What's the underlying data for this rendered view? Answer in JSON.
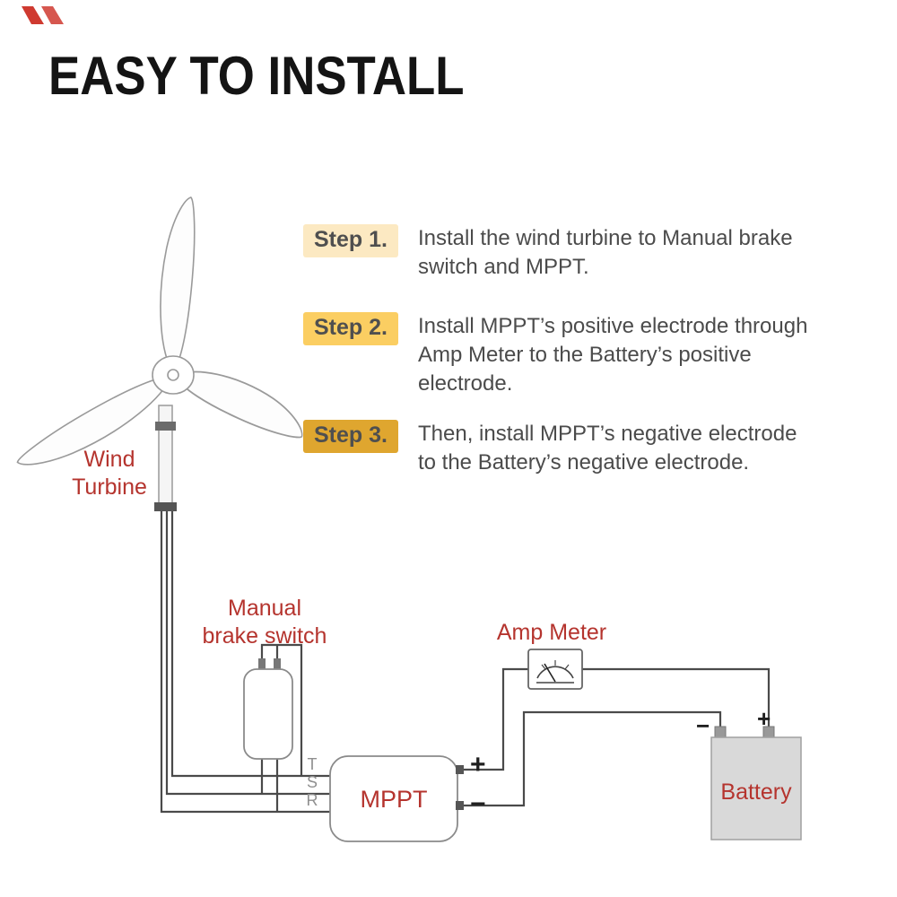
{
  "title": "EASY TO INSTALL",
  "steps": [
    {
      "label": "Step 1.",
      "badge_color": "#fce9c2",
      "text": "Install the wind turbine to Manual brake\nswitch and MPPT."
    },
    {
      "label": "Step 2.",
      "badge_color": "#fbce62",
      "text": "Install MPPT’s positive electrode through\nAmp Meter to the Battery’s positive\nelectrode."
    },
    {
      "label": "Step 3.",
      "badge_color": "#dfa62f",
      "text": "Then, install MPPT’s negative electrode\nto the Battery’s negative electrode."
    }
  ],
  "diagram": {
    "wind_turbine_label": "Wind\nTurbine",
    "manual_brake_switch_label": "Manual\nbrake switch",
    "amp_meter_label": "Amp Meter",
    "mppt_label": "MPPT",
    "battery_label": "Battery",
    "wire_terminals": {
      "t": "T",
      "s": "S",
      "r": "R"
    },
    "mppt_positive": "+",
    "mppt_negative": "−",
    "battery_positive": "+",
    "battery_negative": "−",
    "colors": {
      "label_red": "#b5342e",
      "wire": "#4a4a4a",
      "battery_fill": "#d9d9d9",
      "brand_red": "#cf3a30"
    }
  }
}
